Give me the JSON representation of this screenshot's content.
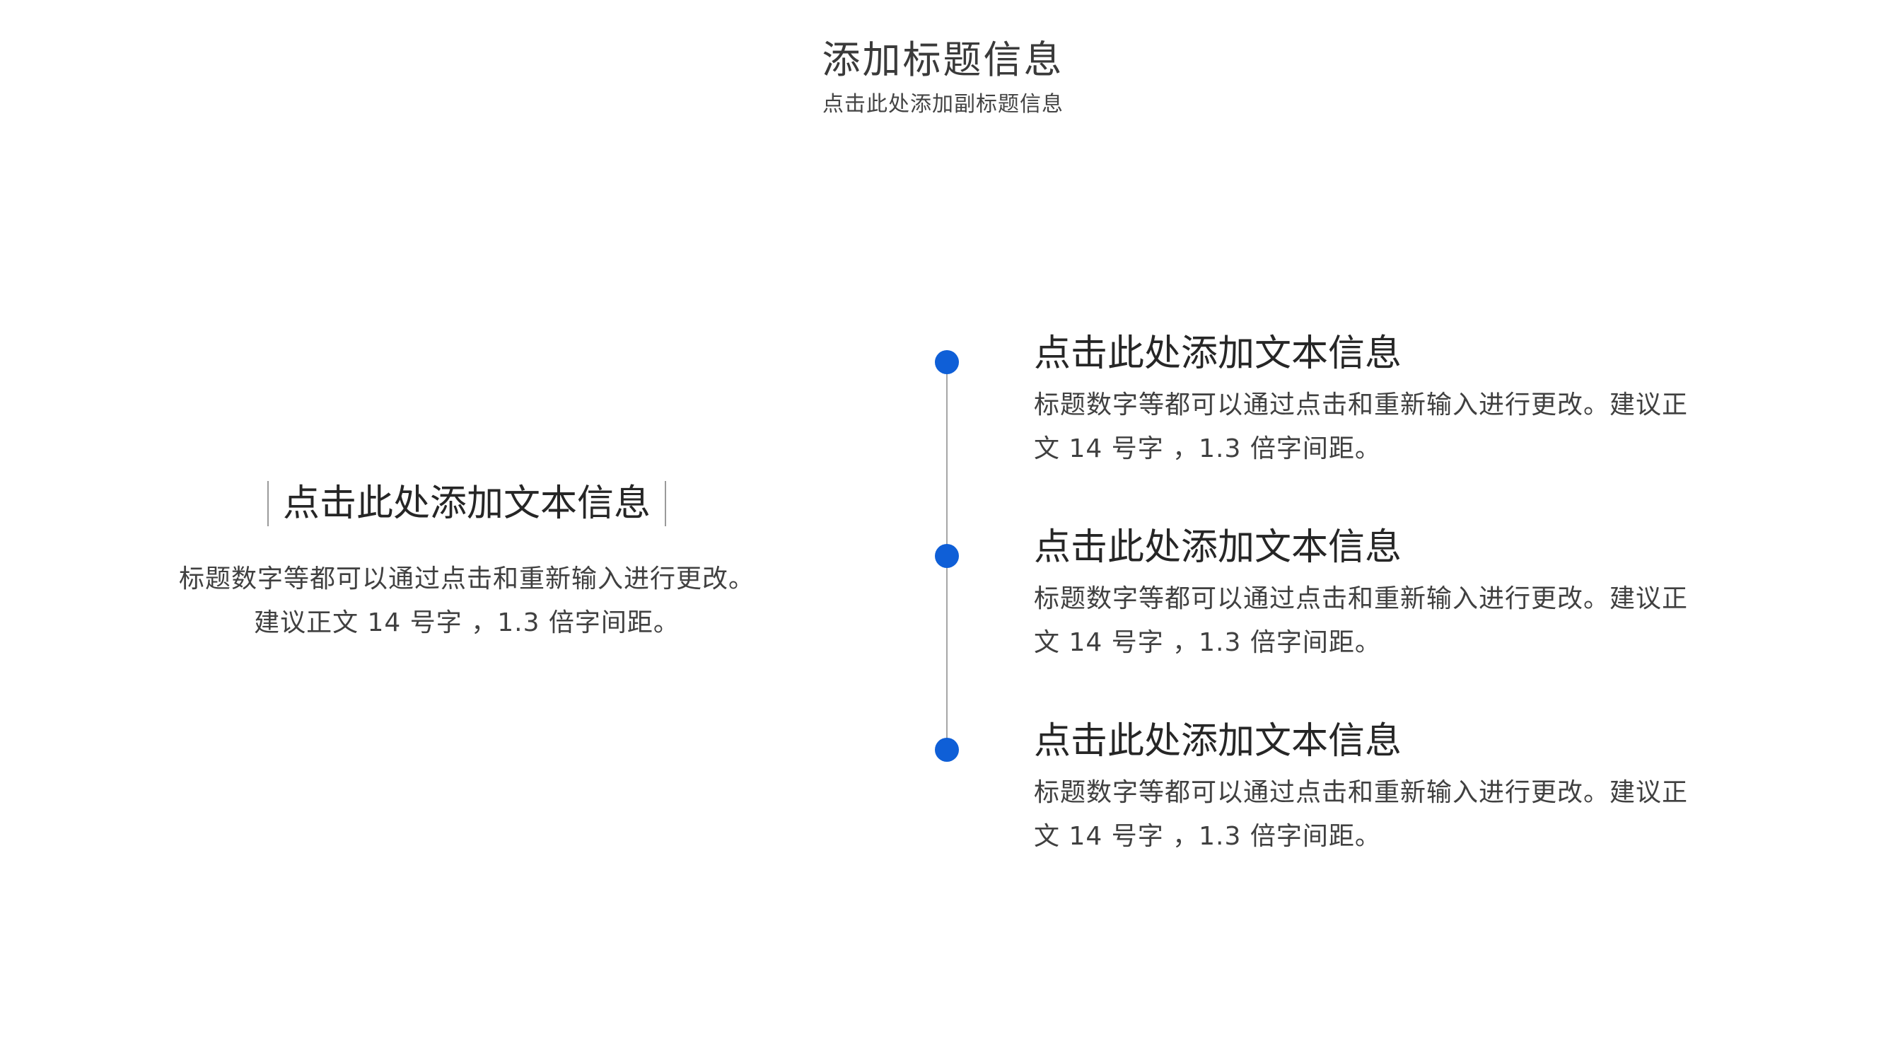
{
  "header": {
    "title": "添加标题信息",
    "subtitle": "点击此处添加副标题信息"
  },
  "left": {
    "heading": "点击此处添加文本信息",
    "body": "标题数字等都可以通过点击和重新输入进行更改。建议正文 14 号字 ，1.3 倍字间距。"
  },
  "timeline": {
    "accent_color": "#0f5fd7",
    "items": [
      {
        "heading": "点击此处添加文本信息",
        "body": "标题数字等都可以通过点击和重新输入进行更改。建议正文 14 号字 ，1.3 倍字间距。"
      },
      {
        "heading": "点击此处添加文本信息",
        "body": "标题数字等都可以通过点击和重新输入进行更改。建议正文 14 号字 ，1.3 倍字间距。"
      },
      {
        "heading": "点击此处添加文本信息",
        "body": "标题数字等都可以通过点击和重新输入进行更改。建议正文 14 号字 ，1.3 倍字间距。"
      }
    ]
  }
}
